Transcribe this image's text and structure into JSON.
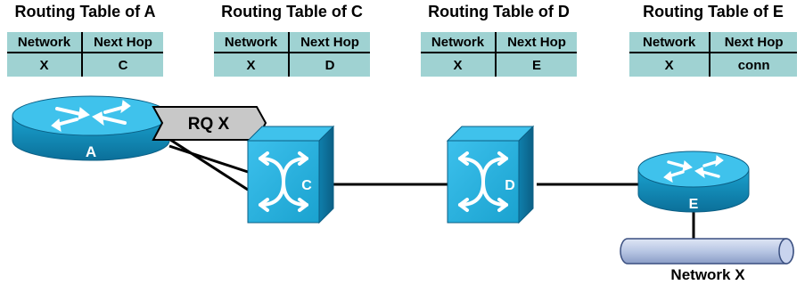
{
  "tables": [
    {
      "title": "Routing Table of A",
      "headers": [
        "Network",
        "Next Hop"
      ],
      "rows": [
        [
          "X",
          "C"
        ]
      ]
    },
    {
      "title": "Routing Table of C",
      "headers": [
        "Network",
        "Next Hop"
      ],
      "rows": [
        [
          "X",
          "D"
        ]
      ]
    },
    {
      "title": "Routing Table of D",
      "headers": [
        "Network",
        "Next Hop"
      ],
      "rows": [
        [
          "X",
          "E"
        ]
      ]
    },
    {
      "title": "Routing Table of E",
      "headers": [
        "Network",
        "Next Hop"
      ],
      "rows": [
        [
          "X",
          "conn"
        ]
      ]
    }
  ],
  "nodes": {
    "router_a": {
      "label": "A",
      "icon": "router-icon"
    },
    "switch_c": {
      "label": "C",
      "icon": "switch-icon"
    },
    "switch_d": {
      "label": "D",
      "icon": "switch-icon"
    },
    "router_e": {
      "label": "E",
      "icon": "router-icon"
    },
    "network_x": {
      "label": "Network X",
      "icon": "network-segment-icon"
    }
  },
  "request_label": "RQ X",
  "colors": {
    "device_fill": "#1aa2cf",
    "device_dark": "#0d6f99",
    "table_fill": "#9fd2d2",
    "segment_fill": "#b8c6e4",
    "request_fill": "#c8c8c8"
  }
}
